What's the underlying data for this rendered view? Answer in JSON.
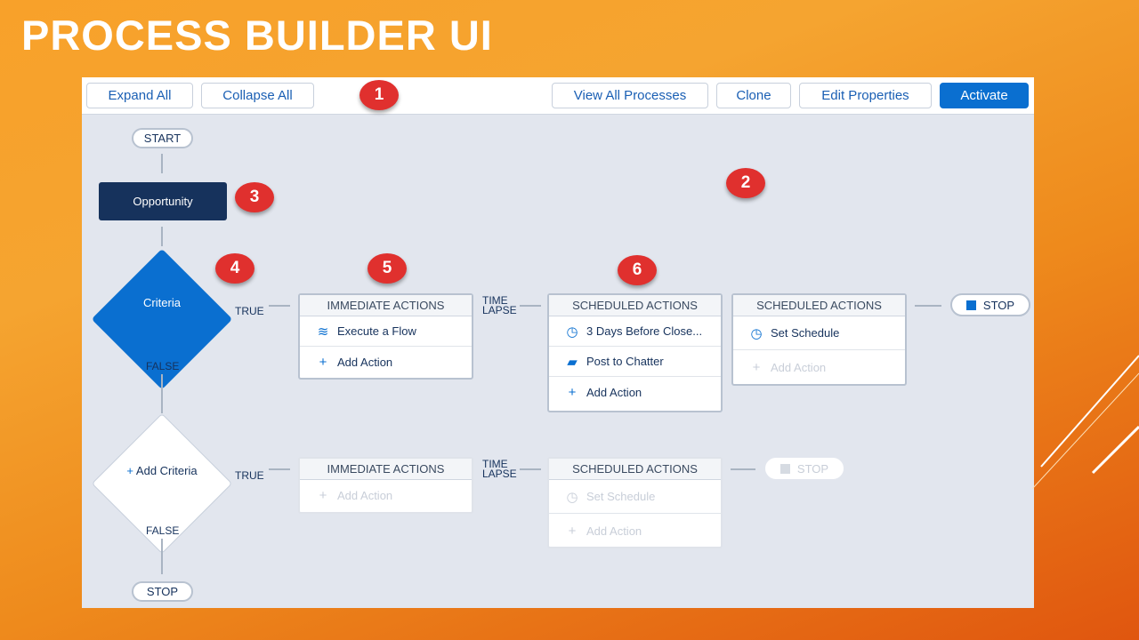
{
  "slide_title": "PROCESS BUILDER UI",
  "toolbar": {
    "expand_all": "Expand All",
    "collapse_all": "Collapse All",
    "view_all": "View All Processes",
    "clone": "Clone",
    "edit_properties": "Edit Properties",
    "activate": "Activate"
  },
  "badges": [
    "1",
    "2",
    "3",
    "4",
    "5",
    "6"
  ],
  "flow": {
    "start": "START",
    "object": "Opportunity",
    "criteria": "Criteria",
    "add_criteria": "Add Criteria",
    "true": "TRUE",
    "false": "FALSE",
    "time_lapse_1": "TIME",
    "time_lapse_2": "LAPSE",
    "stop": "STOP",
    "immediate": {
      "header": "IMMEDIATE ACTIONS",
      "action": "Execute a Flow",
      "add": "Add Action"
    },
    "scheduled1": {
      "header": "SCHEDULED ACTIONS",
      "schedule": "3 Days Before Close...",
      "action": "Post to Chatter",
      "add": "Add Action"
    },
    "scheduled2": {
      "header": "SCHEDULED ACTIONS",
      "schedule": "Set Schedule",
      "add": "Add Action"
    },
    "row2_immediate": {
      "header": "IMMEDIATE ACTIONS",
      "add": "Add Action"
    },
    "row2_scheduled": {
      "header": "SCHEDULED ACTIONS",
      "schedule": "Set Schedule",
      "add": "Add Action"
    }
  }
}
